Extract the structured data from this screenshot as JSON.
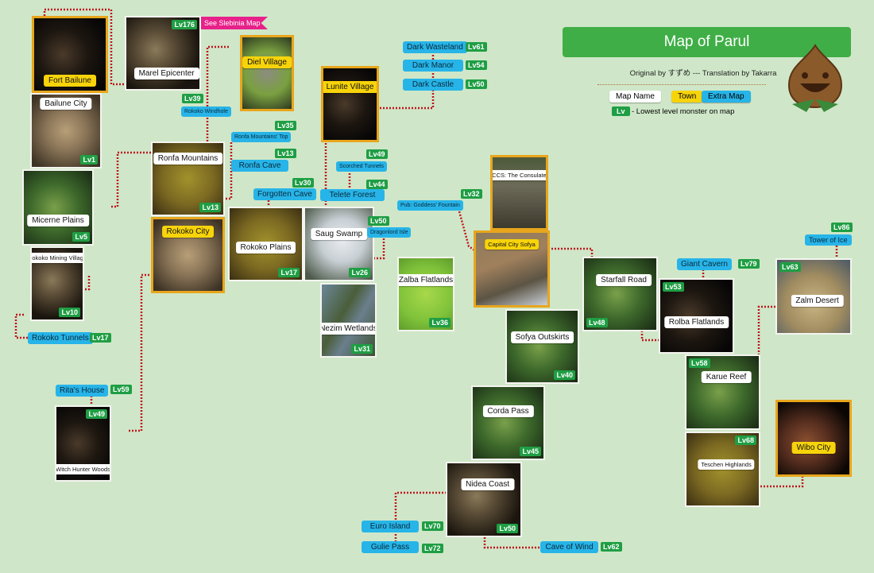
{
  "header": {
    "title": "Map of Parul",
    "credit": "Original by すずめ --- Translation by Takarra",
    "legend": {
      "map_name": "Map Name",
      "town": "Town",
      "extra_map": "Extra Map",
      "lv": "Lv",
      "lv_desc": "- Lowest level monster on map"
    }
  },
  "colors": {
    "background": "#cfe7c8",
    "town": "#f7d40a",
    "extra_map": "#27b4e8",
    "level": "#1f9e44",
    "banner": "#3fae46",
    "connector": "#c0141e",
    "slebinia_flag": "#e8208a"
  },
  "slebinia_link": "See Slebinia Map",
  "maps": {
    "fort_bailune": {
      "name": "Fort Bailune"
    },
    "marel_epicenter": {
      "name": "Marel Epicenter",
      "lv": "Lv176"
    },
    "diel_village": {
      "name": "Diel Village"
    },
    "lunite_village": {
      "name": "Lunite Village"
    },
    "bailune_city": {
      "name": "Bailune City",
      "lv": "Lv1"
    },
    "micerne_plains": {
      "name": "Micerne Plains",
      "lv": "Lv5"
    },
    "rokoko_mining_village": {
      "name": "Rokoko Mining Village",
      "lv": "Lv10"
    },
    "ronfa_mountains": {
      "name": "Ronfa Mountains",
      "lv": "Lv13"
    },
    "rokoko_city": {
      "name": "Rokoko City"
    },
    "rokoko_plains": {
      "name": "Rokoko Plains",
      "lv": "Lv17"
    },
    "saug_swamp": {
      "name": "Saug Swamp",
      "lv": "Lv26"
    },
    "nezim_wetlands": {
      "name": "Nezim Wetlands",
      "lv": "Lv31"
    },
    "zalba_flatlands": {
      "name": "Zalba Flatlands",
      "lv": "Lv36"
    },
    "ccs_consulate": {
      "name": "CCS: The Consulate"
    },
    "capital_city_sofya": {
      "name": "Capital City Sofya"
    },
    "sofya_outskirts": {
      "name": "Sofya Outskirts",
      "lv": "Lv40"
    },
    "corda_pass": {
      "name": "Corda Pass",
      "lv": "Lv45"
    },
    "nidea_coast": {
      "name": "Nidea Coast",
      "lv": "Lv50"
    },
    "starfall_road": {
      "name": "Starfall Road",
      "lv": "Lv48"
    },
    "rolba_flatlands": {
      "name": "Rolba Flatlands",
      "lv": "Lv53"
    },
    "karue_reef": {
      "name": "Karue Reef",
      "lv": "Lv58"
    },
    "teschen_highlands": {
      "name": "Teschen Highlands",
      "lv": "Lv68"
    },
    "zalm_desert": {
      "name": "Zalm Desert",
      "lv": "Lv63"
    },
    "wibo_city": {
      "name": "Wibo City"
    },
    "witch_hunter_woods": {
      "name": "Witch Hunter Woods",
      "lv": "Lv49"
    }
  },
  "extra_maps": {
    "rokoko_windhole": {
      "name": "Rokoko Windhole",
      "lv": "Lv39"
    },
    "ronfa_mountains_top": {
      "name": "Ronfa Mountains' Top",
      "lv": "Lv35"
    },
    "ronfa_cave": {
      "name": "Ronfa Cave",
      "lv": "Lv13"
    },
    "forgotten_cave": {
      "name": "Forgotten Cave",
      "lv": "Lv30"
    },
    "scorched_tunnels": {
      "name": "Scorched Tunnels",
      "lv": "Lv49"
    },
    "telete_forest": {
      "name": "Telete Forest",
      "lv": "Lv44"
    },
    "dark_wasteland": {
      "name": "Dark Wasteland",
      "lv": "Lv61"
    },
    "dark_manor": {
      "name": "Dark Manor",
      "lv": "Lv54"
    },
    "dark_castle": {
      "name": "Dark Castle",
      "lv": "Lv50"
    },
    "pub_goddess_fountain": {
      "name": "Pub: Goddess' Fountain",
      "lv": "Lv32"
    },
    "dragonlord_isle": {
      "name": "Dragonlord Isle",
      "lv": "Lv50"
    },
    "giant_cavern": {
      "name": "Giant Cavern",
      "lv": "Lv79"
    },
    "tower_of_ice": {
      "name": "Tower of Ice",
      "lv": "Lv86"
    },
    "rokoko_tunnels": {
      "name": "Rokoko Tunnels",
      "lv": "Lv17"
    },
    "ritas_house": {
      "name": "Rita's House",
      "lv": "Lv59"
    },
    "euro_island": {
      "name": "Euro Island",
      "lv": "Lv70"
    },
    "gulie_pass": {
      "name": "Gulie Pass",
      "lv": "Lv72"
    },
    "cave_of_wind": {
      "name": "Cave of Wind",
      "lv": "Lv62"
    }
  }
}
